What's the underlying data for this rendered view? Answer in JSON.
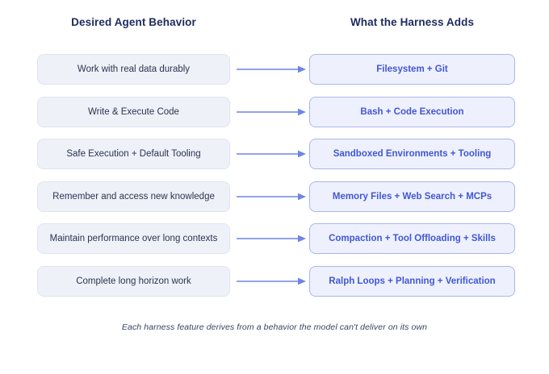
{
  "headers": {
    "left": "Desired Agent Behavior",
    "right": "What the Harness Adds"
  },
  "rows": [
    {
      "behavior": "Work with real data durably",
      "harness": "Filesystem + Git"
    },
    {
      "behavior": "Write & Execute Code",
      "harness": "Bash + Code Execution"
    },
    {
      "behavior": "Safe Execution + Default Tooling",
      "harness": "Sandboxed Environments + Tooling"
    },
    {
      "behavior": "Remember and access new knowledge",
      "harness": "Memory Files + Web Search + MCPs"
    },
    {
      "behavior": "Maintain performance over long contexts",
      "harness": "Compaction + Tool Offloading + Skills"
    },
    {
      "behavior": "Complete long horizon work",
      "harness": "Ralph Loops + Planning + Verification"
    }
  ],
  "caption": "Each harness feature derives from a behavior the model can't deliver on its own",
  "colors": {
    "background": "#ffffff",
    "header_text": "#1f2a5e",
    "behavior_fill": "#eef1f8",
    "behavior_border": "#e0e4ef",
    "behavior_text": "#2b3450",
    "harness_fill": "#eef1fd",
    "harness_border": "#aab6ee",
    "harness_text": "#4257d4",
    "arrow": "#6f84e8",
    "caption_text": "#3a4463"
  },
  "icons": {
    "arrow": "arrow-right-icon"
  }
}
